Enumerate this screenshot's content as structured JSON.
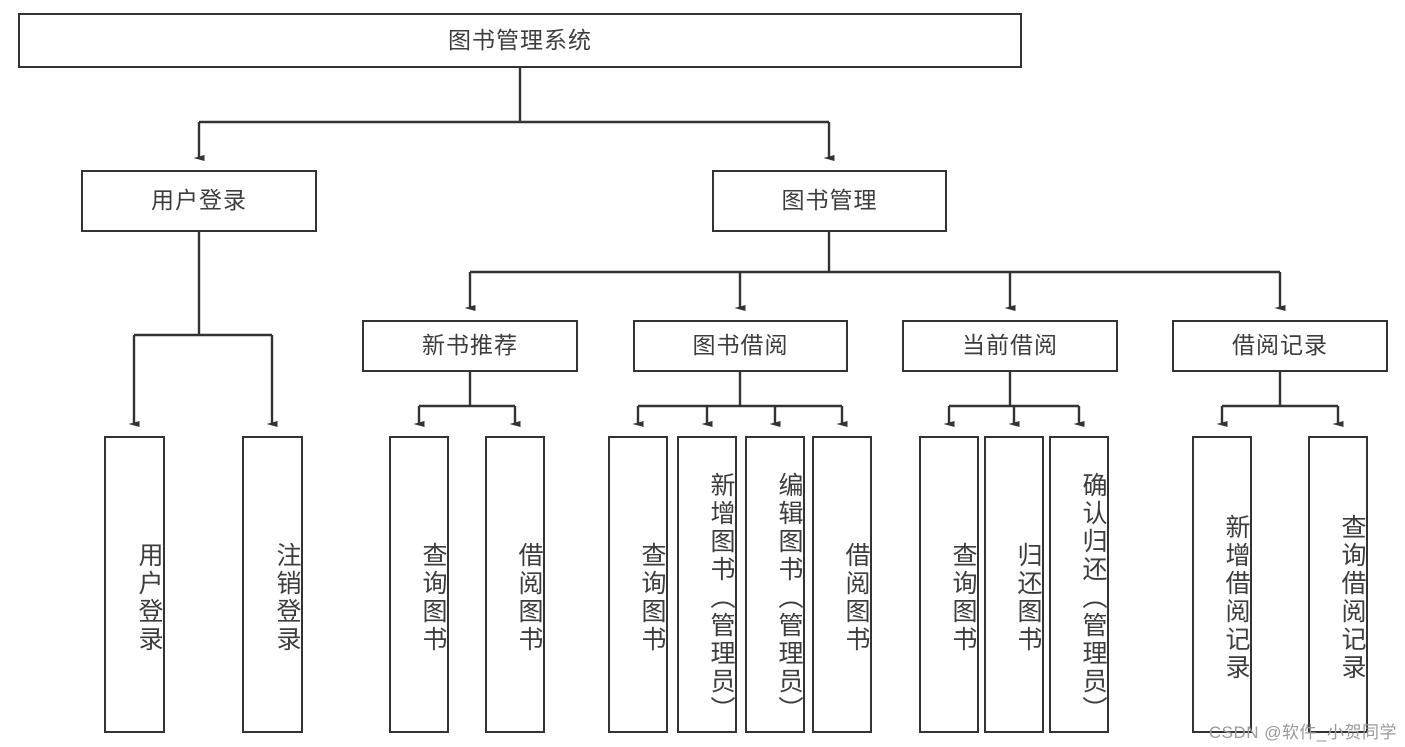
{
  "diagram": {
    "type": "tree",
    "root": {
      "label": "图书管理系统"
    },
    "level2": [
      {
        "label": "用户登录"
      },
      {
        "label": "图书管理"
      }
    ],
    "level3": [
      {
        "label": "新书推荐"
      },
      {
        "label": "图书借阅"
      },
      {
        "label": "当前借阅"
      },
      {
        "label": "借阅记录"
      }
    ],
    "leaves": {
      "user_login": [
        {
          "label": "用户登录"
        },
        {
          "label": "注销登录"
        }
      ],
      "new_book_recommend": [
        {
          "label": "查询图书"
        },
        {
          "label": "借阅图书"
        }
      ],
      "book_borrow": [
        {
          "label": "查询图书"
        },
        {
          "label": "新增图书（管理员）"
        },
        {
          "label": "编辑图书（管理员）"
        },
        {
          "label": "借阅图书"
        }
      ],
      "current_borrow": [
        {
          "label": "查询图书"
        },
        {
          "label": "归还图书"
        },
        {
          "label": "确认归还（管理员）"
        }
      ],
      "borrow_record": [
        {
          "label": "新增借阅记录"
        },
        {
          "label": "查询借阅记录"
        }
      ]
    }
  },
  "watermark": {
    "text": "CSDN @软件_小贺同学"
  },
  "colors": {
    "border": "#333333",
    "text": "#3d3d3d",
    "background": "#ffffff",
    "watermark": "#9a9a9a"
  }
}
